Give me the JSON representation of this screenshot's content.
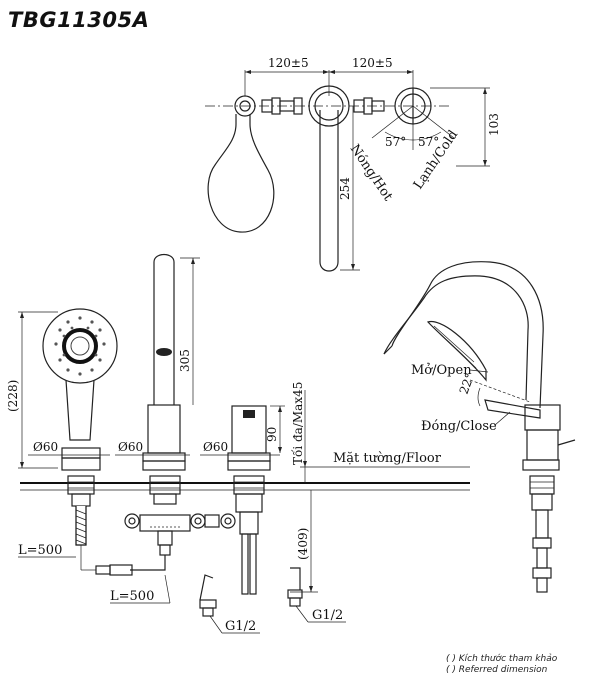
{
  "model": "TBG11305A",
  "dimensions": {
    "spacing_left": "120±5",
    "spacing_right": "120±5",
    "height_103": "103",
    "spout_254": "254",
    "spout_305": "305",
    "handshower_228": "(228)",
    "dia_1": "Ø60",
    "dia_2": "Ø60",
    "dia_3": "Ø60",
    "body_90": "90",
    "max45": "Tối đa/Max45",
    "len_409": "(409)",
    "hose_1": "L=500",
    "hose_2": "L=500",
    "thread_1": "G1/2",
    "thread_2": "G1/2",
    "angle_left": "57°",
    "angle_right": "57°",
    "angle_lever": "22°"
  },
  "labels": {
    "hot": "Nóng/Hot",
    "cold": "Lạnh/Cold",
    "open": "Mở/Open",
    "close": "Đóng/Close",
    "floor": "Mặt tường/Floor"
  },
  "notes": {
    "vi": "( ) Kích thước tham khảo",
    "en": "( ) Referred dimension"
  }
}
